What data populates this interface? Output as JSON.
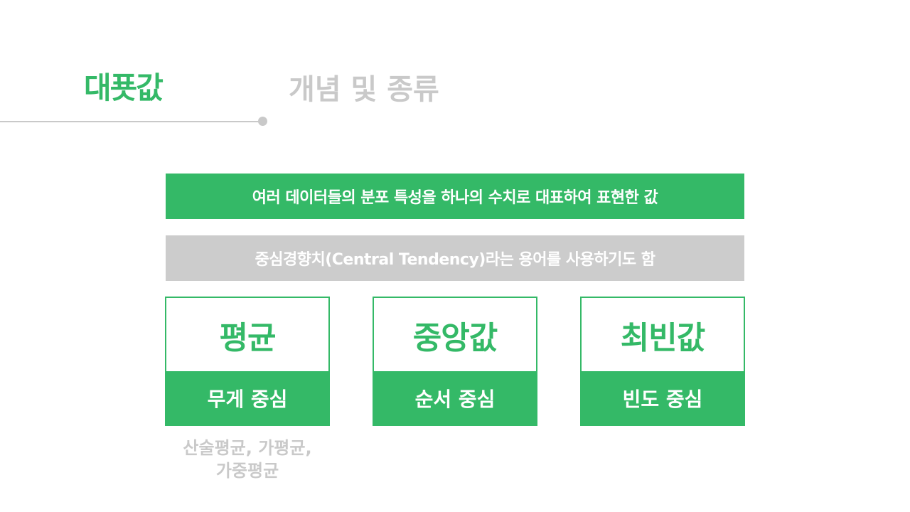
{
  "header": {
    "title": "대푯값",
    "subtitle": "개념 및 종류"
  },
  "definition": "여러 데이터들의 분포 특성을 하나의 수치로 대표하여 표현한 값",
  "alias": "중심경향치(Central Tendency)라는 용어를 사용하기도 함",
  "cards": [
    {
      "title": "평균",
      "caption": "무게 중심"
    },
    {
      "title": "중앙값",
      "caption": "순서 중심"
    },
    {
      "title": "최빈값",
      "caption": "빈도 중심"
    }
  ],
  "mean_types": {
    "line1": "산술평균, 가평균,",
    "line2": "가중평균"
  },
  "colors": {
    "accent": "#34b967",
    "muted": "#c9c9c9",
    "band_gray": "#cccccc"
  }
}
